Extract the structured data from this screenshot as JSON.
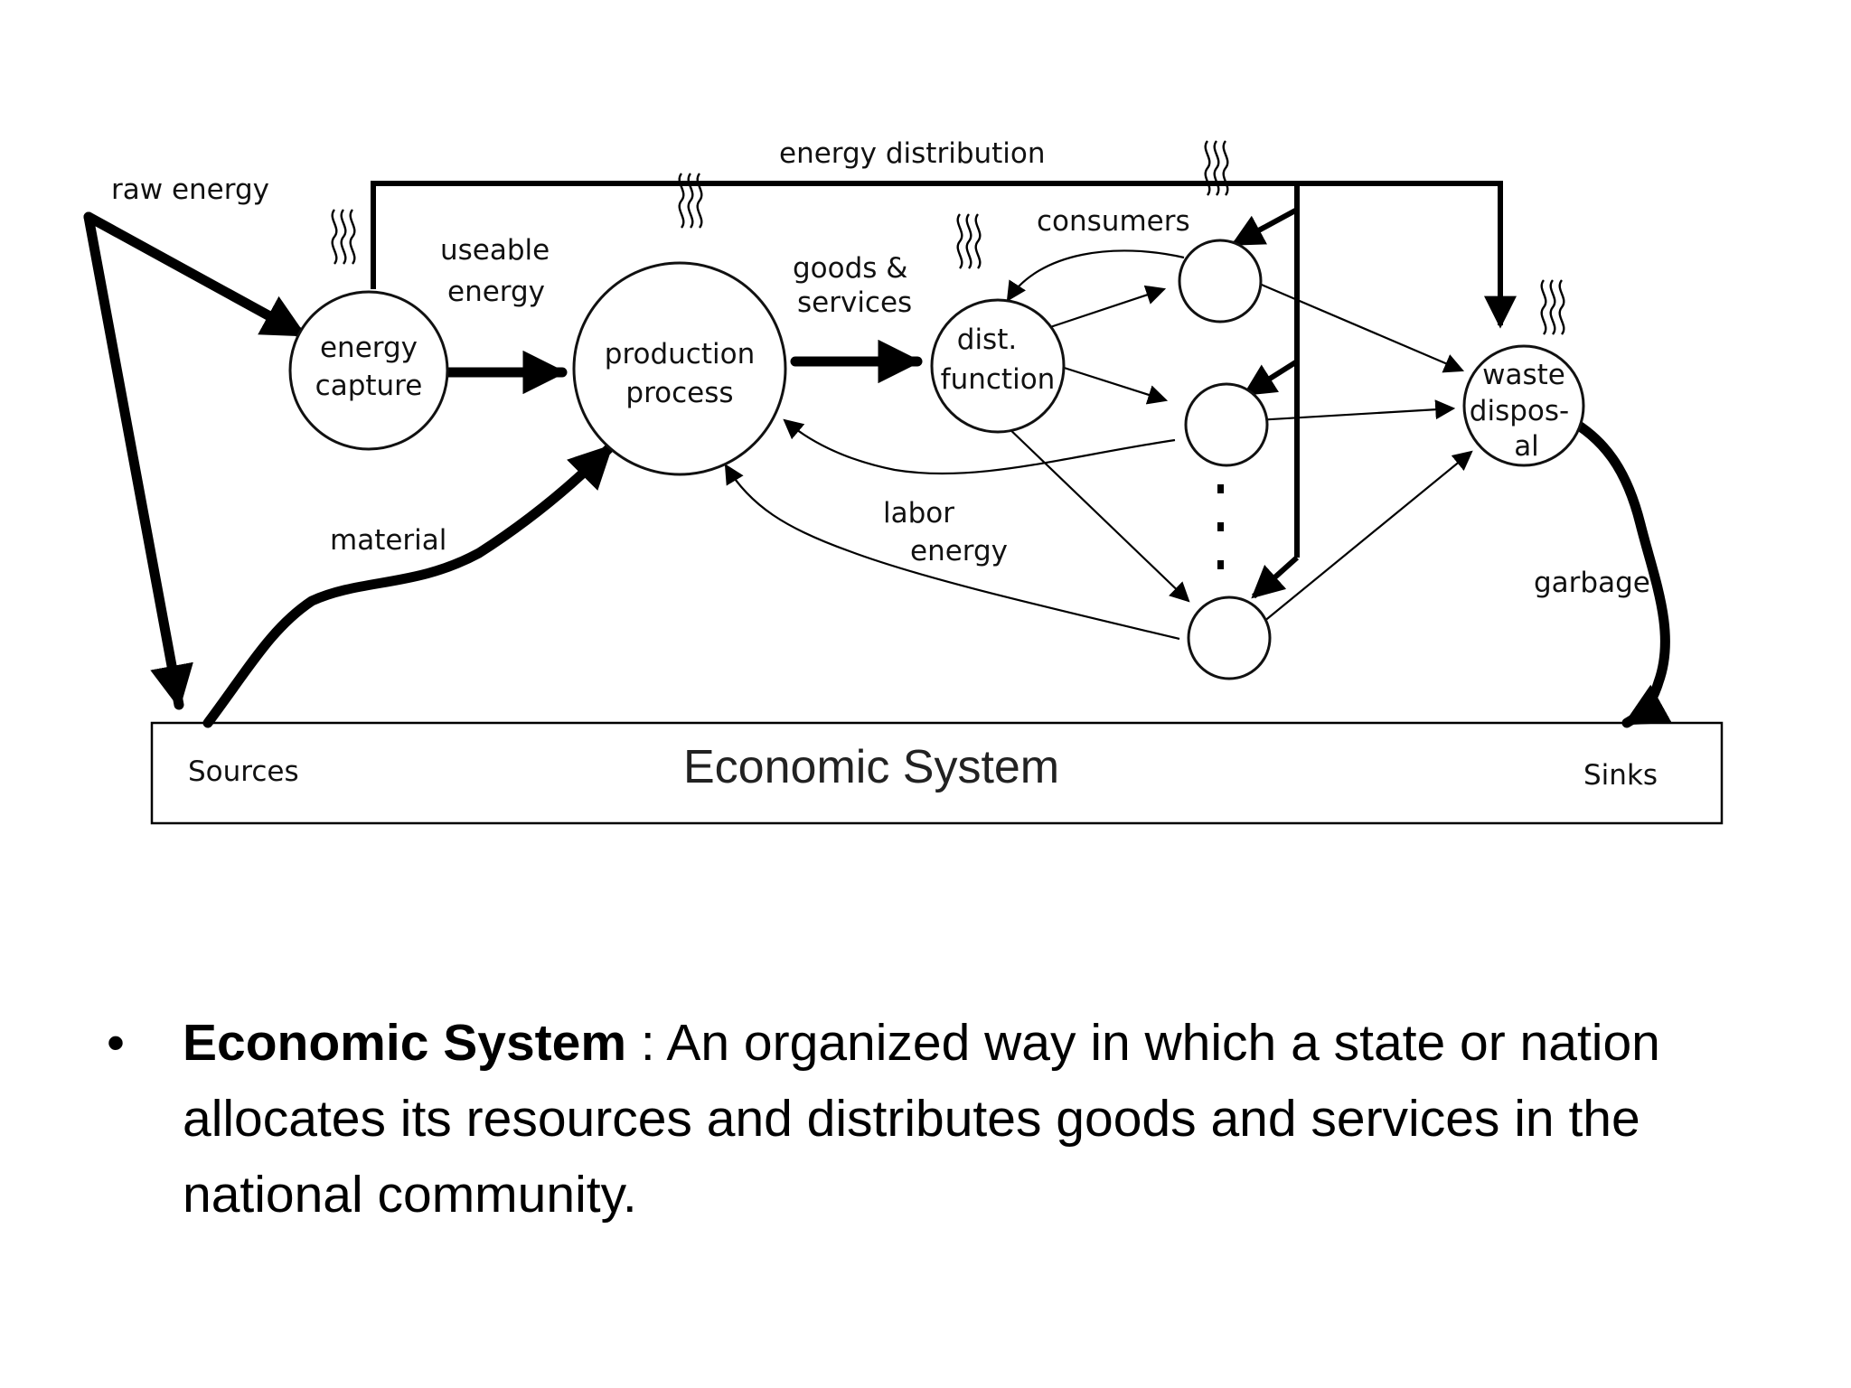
{
  "diagram": {
    "title": "Economic System",
    "sources_label": "Sources",
    "sinks_label": "Sinks",
    "labels": {
      "raw_energy": "raw energy",
      "energy_distribution": "energy distribution",
      "useable_energy_1": "useable",
      "useable_energy_2": "energy",
      "goods_services_1": "goods &",
      "goods_services_2": "services",
      "consumers": "consumers",
      "material": "material",
      "labor_energy_1": "labor",
      "labor_energy_2": "energy",
      "garbage": "garbage"
    },
    "nodes": {
      "energy_capture": [
        "energy",
        "capture"
      ],
      "production_process": [
        "production",
        "process"
      ],
      "dist_function": [
        "dist.",
        "function"
      ],
      "waste_disposal": [
        "waste",
        "dispos-",
        "al"
      ]
    }
  },
  "bullet": {
    "symbol": "•",
    "term": "Economic System",
    "definition": " : An organized way in which a state or nation allocates its resources and distributes goods and services in the national community."
  }
}
